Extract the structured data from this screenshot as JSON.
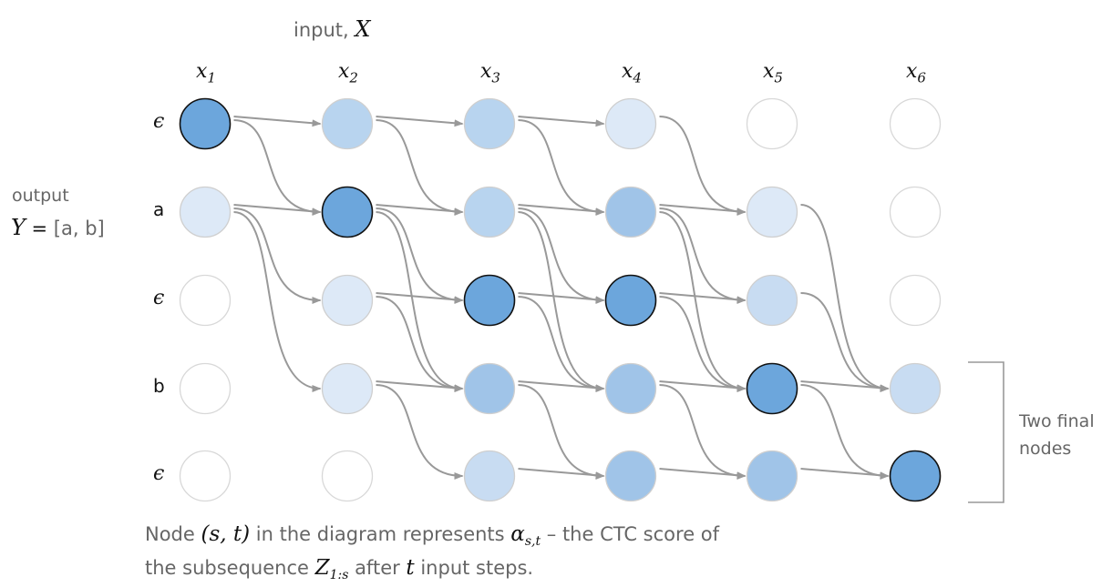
{
  "header": {
    "input_prefix": "input, ",
    "input_symbol": "X"
  },
  "output_label": {
    "line1": "output",
    "symbol": "Y",
    "equals": " = ",
    "sequence": "[a, b]"
  },
  "columns": [
    "x",
    "x",
    "x",
    "x",
    "x",
    "x"
  ],
  "column_subscripts": [
    "1",
    "2",
    "3",
    "4",
    "5",
    "6"
  ],
  "rows": [
    "ϵ",
    "a",
    "ϵ",
    "b",
    "ϵ"
  ],
  "grid": {
    "colors": {
      "dark": "#6ca6dc",
      "mid": "#a0c4e8",
      "light": "#b8d4ef",
      "pale": "#c8dcf2",
      "faint": "#dde9f7",
      "empty": "#ffffff",
      "edge": "#999999"
    },
    "cells": [
      [
        "dark",
        "light",
        "light",
        "faint",
        "empty",
        "empty"
      ],
      [
        "faint",
        "dark",
        "light",
        "mid",
        "faint",
        "empty"
      ],
      [
        "empty",
        "faint",
        "dark",
        "dark",
        "pale",
        "empty"
      ],
      [
        "empty",
        "faint",
        "mid",
        "mid",
        "dark",
        "pale"
      ],
      [
        "empty",
        "empty",
        "pale",
        "mid",
        "mid",
        "dark"
      ]
    ],
    "dark_outline": [
      [
        0,
        0
      ],
      [
        1,
        1
      ],
      [
        2,
        2
      ],
      [
        2,
        3
      ],
      [
        3,
        4
      ],
      [
        4,
        5
      ]
    ]
  },
  "bracket": {
    "line1": "Two final",
    "line2": "nodes"
  },
  "caption": {
    "p1": "Node ",
    "node": "(s, t)",
    "p2": " in the diagram represents ",
    "alpha": "α",
    "alpha_sub": "s,t",
    "p3": " – the CTC score of",
    "p4": "the subsequence ",
    "z": "Z",
    "z_sub": "1:s",
    "p5": " after ",
    "t": "t",
    "p6": " input steps."
  }
}
